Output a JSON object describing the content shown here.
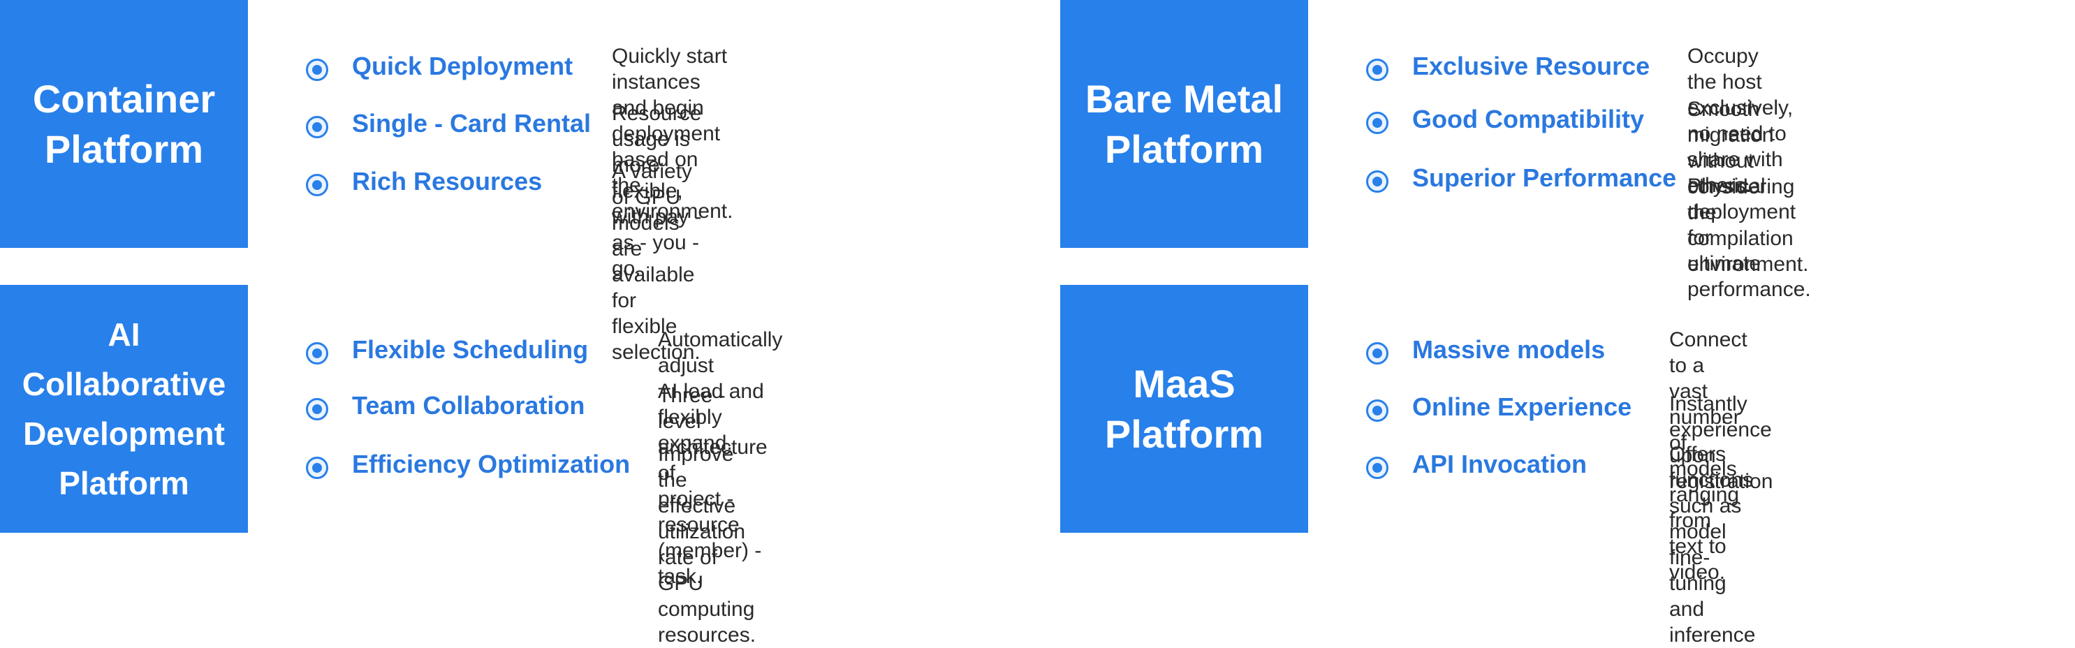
{
  "accent_color": "#2880ea",
  "panels": [
    {
      "title": "Container\nPlatform",
      "features": [
        {
          "icon": "radio-dot-icon",
          "name": "Quick Deployment",
          "desc": "Quickly start instances and begin\ndeployment based on the environment."
        },
        {
          "icon": "radio-dot-icon",
          "name": "Single - Card Rental",
          "desc": "Resource usage is more\nflexible, with pay - as - you - go."
        },
        {
          "icon": "radio-dot-icon",
          "name": "Rich Resources",
          "desc": "A variety of GPU models are\navailable for flexible selection."
        }
      ]
    },
    {
      "title": "Bare Metal\nPlatform",
      "features": [
        {
          "icon": "radio-dot-icon",
          "name": "Exclusive Resource",
          "desc": "Occupy the host exclusively,\nno need to share with others."
        },
        {
          "icon": "radio-dot-icon",
          "name": "Good Compatibility",
          "desc": "Smooth migration without considering\nthe compilation environment."
        },
        {
          "icon": "radio-dot-icon",
          "name": "Superior Performance",
          "desc": "Physical deployment for\nultimate performance."
        }
      ]
    },
    {
      "title": "AI\nCollaborative\nDevelopment\nPlatform",
      "features": [
        {
          "icon": "radio-dot-icon",
          "name": "Flexible Scheduling",
          "desc": "Automatically adjust\nAI load and flexibly expand."
        },
        {
          "icon": "radio-dot-icon",
          "name": "Team Collaboration",
          "desc": "Three - level architecture of\nproject - resource (member) - task."
        },
        {
          "icon": "radio-dot-icon",
          "name": "Efficiency Optimization",
          "desc": "Improve the effective utilization\nrate of GPU computing resources."
        }
      ]
    },
    {
      "title": "MaaS\nPlatform",
      "features": [
        {
          "icon": "radio-dot-icon",
          "name": "Massive models",
          "desc": "Connect to a vast number\nof models ranging from text to video."
        },
        {
          "icon": "radio-dot-icon",
          "name": "Online Experience",
          "desc": "Instantly experience upon registration"
        },
        {
          "icon": "radio-dot-icon",
          "name": "API Invocation",
          "desc": "Offers functions such as\nmodel fine-tuning and inference"
        }
      ]
    }
  ]
}
